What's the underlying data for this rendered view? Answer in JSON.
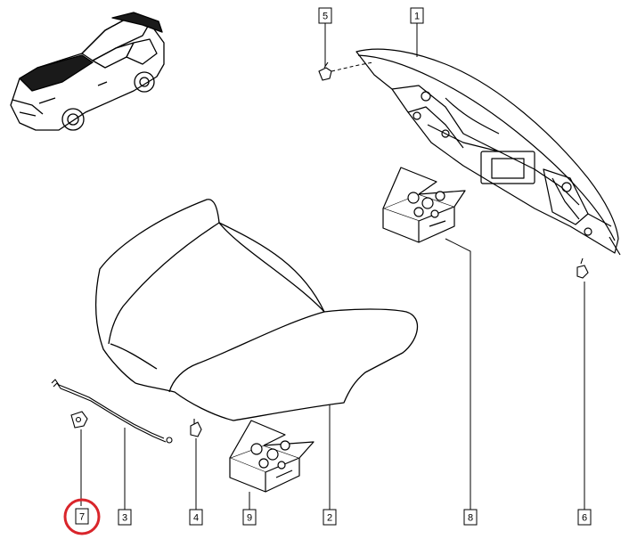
{
  "callouts": [
    {
      "id": "c1",
      "label": "1"
    },
    {
      "id": "c2",
      "label": "2"
    },
    {
      "id": "c3",
      "label": "3"
    },
    {
      "id": "c4",
      "label": "4"
    },
    {
      "id": "c5",
      "label": "5"
    },
    {
      "id": "c6",
      "label": "6"
    },
    {
      "id": "c7",
      "label": "7"
    },
    {
      "id": "c8",
      "label": "8"
    },
    {
      "id": "c9",
      "label": "9"
    }
  ],
  "highlighted_callout": "7",
  "colors": {
    "line": "#000000",
    "highlight": "#d9252b",
    "background": "#ffffff"
  }
}
